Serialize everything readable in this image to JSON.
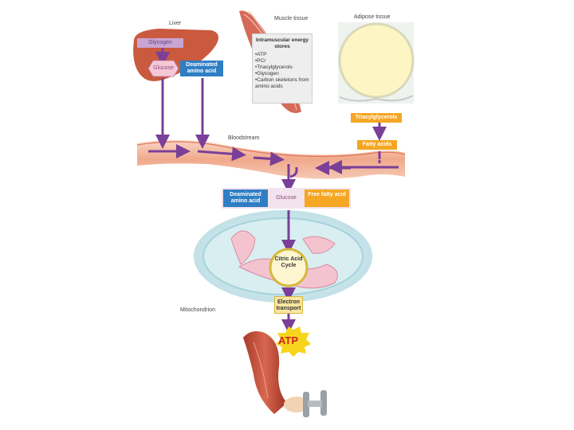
{
  "liver": {
    "label": "Liver",
    "glycogen": "Glycogen",
    "glucose": "Glucose",
    "deaminated_amino_acid": "Deaminated amino acid"
  },
  "muscle": {
    "label": "Muscle tissue",
    "stores_title": "Intramuscular energy stores",
    "stores_items": [
      "•ATP",
      "•PCr",
      "•Triacylglycerols",
      "•Glycogen",
      "•Carbon skeletons from amino acids"
    ]
  },
  "adipose": {
    "label": "Adipose tissue",
    "triacylglycerols": "Triacylglycerols",
    "fatty_acids": "Fatty acids"
  },
  "bloodstream": {
    "label": "Bloodstream"
  },
  "fuels": {
    "deaminated_amino_acid": "Deaminated amino acid",
    "glucose": "Glucose",
    "free_fatty_acid": "Free fatty acid"
  },
  "mitochondrion": {
    "label": "Mitochondrion",
    "citric_acid_cycle": "Citric Acid Cycle",
    "electron_transport": "Electron transport"
  },
  "atp": {
    "label": "ATP"
  },
  "colors": {
    "arrow": "#7a3f98",
    "blue_box": "#2f7ec4",
    "orange_box": "#f5a623",
    "blood": "#f0b39a",
    "atp_burst": "#f7d51d",
    "atp_text": "#d0241b"
  }
}
